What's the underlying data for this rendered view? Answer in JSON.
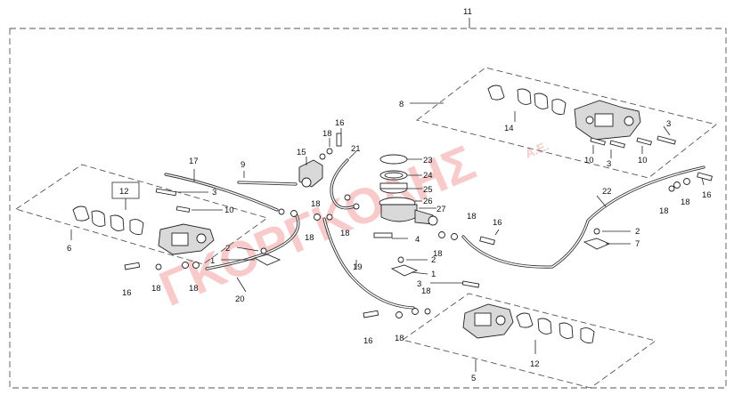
{
  "watermark": {
    "text": "ΓΚΟΡΓΚΟΛΗΣ",
    "suffix": "Α.Ε.",
    "color": "#f4a0a0"
  },
  "boxed_label": "12",
  "labels": {
    "l11": "11",
    "l8": "8",
    "l3a": "3",
    "l14": "14",
    "l10a": "10",
    "l3b": "3",
    "l10b": "10",
    "l16a": "16",
    "l18a": "18",
    "l21": "21",
    "l15": "15",
    "l23": "23",
    "l24": "24",
    "l25": "25",
    "l26": "26",
    "l27": "27",
    "l17": "17",
    "l9": "9",
    "l3c": "3",
    "l10c": "10",
    "l6": "6",
    "l2a": "2",
    "l1a": "1",
    "l16b": "16",
    "l18b": "18",
    "l18c": "18",
    "l20": "20",
    "l18d": "18",
    "l18e": "18",
    "l18f": "18",
    "l19": "19",
    "l4": "4",
    "l18g": "18",
    "l2b": "2",
    "l1b": "1",
    "l18h": "18",
    "l16c": "16",
    "l22": "22",
    "l18i": "18",
    "l18j": "18",
    "l16d": "16",
    "l2c": "2",
    "l7": "7",
    "l3d": "3",
    "l18k": "18",
    "l16e": "16",
    "l18l": "18",
    "l5": "5",
    "l12": "12"
  }
}
